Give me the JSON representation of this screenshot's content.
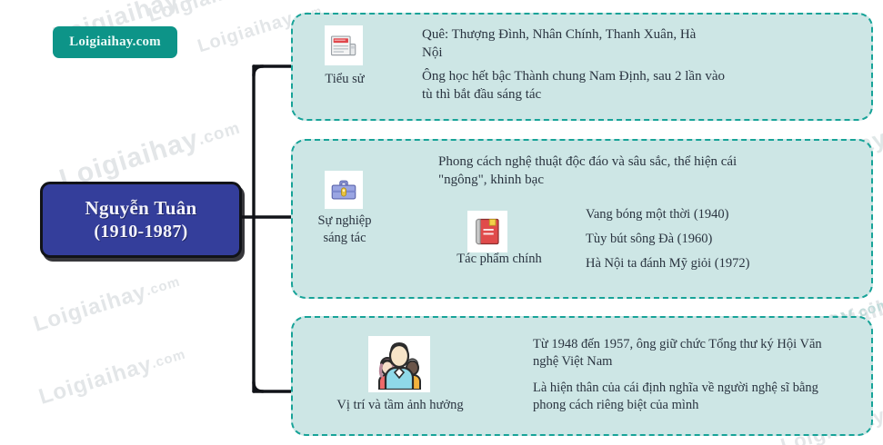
{
  "brand": {
    "label": "Loigiaihay.com",
    "badge_color": "#0d9488"
  },
  "watermark": {
    "text": "Loigiaihay",
    "suffix": ".com",
    "color": "#e3e6e8"
  },
  "colors": {
    "root_fill": "#343e9b",
    "root_border": "#111318",
    "root_text": "#f2f2fb",
    "panel_fill": "#cde6e5",
    "panel_border": "#17a398",
    "connector": "#111318",
    "body_text": "#2a3440"
  },
  "root": {
    "name_line": "Nguyễn Tuân",
    "years_line": "(1910-1987)"
  },
  "branches": [
    {
      "id": "tieu-su",
      "icon": "newspaper-icon",
      "label": "Tiểu sử",
      "details": [
        "Quê: Thượng Đình, Nhân Chính, Thanh Xuân, Hà Nội",
        "Ông học hết bậc Thành chung Nam Định, sau 2 lần vào tù thì bắt đầu sáng tác"
      ]
    },
    {
      "id": "su-nghiep-sang-tac",
      "icon": "briefcase-icon",
      "label": "Sự nghiệp sáng tác",
      "details": [
        "Phong cách nghệ thuật độc đáo và sâu sắc, thể hiện cái \"ngông\", khinh bạc"
      ],
      "subgroup": {
        "icon": "book-icon",
        "label": "Tác phẩm chính",
        "items": [
          "Vang bóng một thời (1940)",
          "Tùy bút sông Đà (1960)",
          "Hà Nội ta đánh Mỹ giỏi (1972)"
        ]
      }
    },
    {
      "id": "vi-tri-tam-anh-huong",
      "icon": "family-icon",
      "label": "Vị trí và tầm ảnh hưởng",
      "details": [
        "Từ 1948 đến 1957, ông giữ chức Tổng thư ký Hội Văn nghệ Việt Nam",
        "Là hiện thân của cái định nghĩa về người nghệ sĩ bằng phong cách riêng biệt của mình"
      ]
    }
  ]
}
